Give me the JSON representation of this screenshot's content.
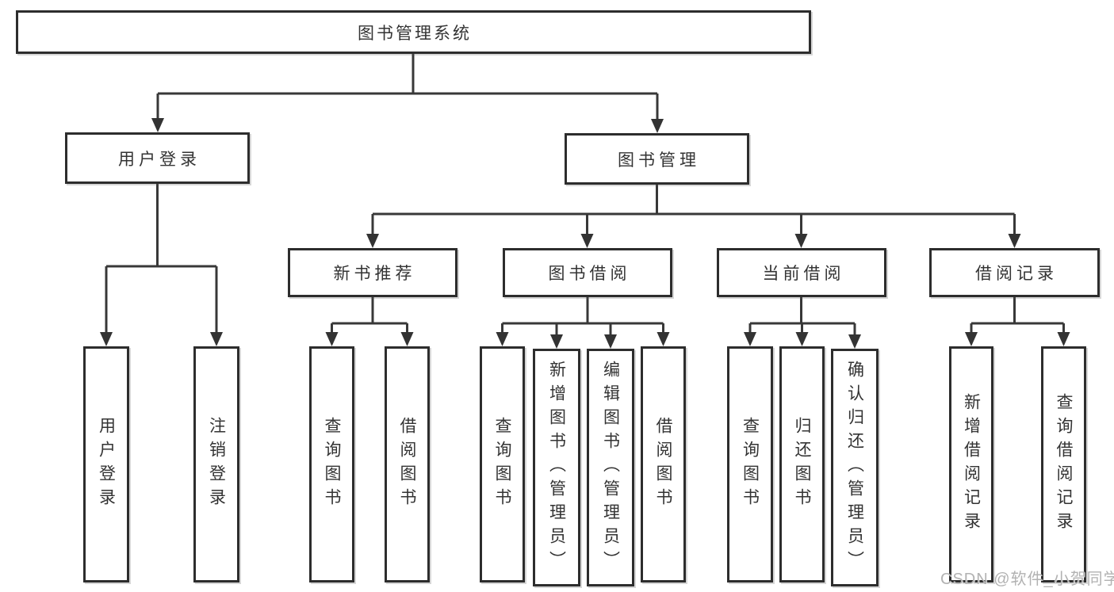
{
  "diagram": {
    "watermark": "CSDN @软件_小贺同学",
    "colors": {
      "line": "#383838",
      "box_border": "#2d2d2d",
      "text": "#333333",
      "watermark": "#b2b2b2",
      "background": "#ffffff"
    },
    "tree": {
      "label": "图书管理系统",
      "children": [
        {
          "label": "用户登录",
          "children": [
            {
              "label": "用户登录"
            },
            {
              "label": "注销登录"
            }
          ]
        },
        {
          "label": "图书管理",
          "children": [
            {
              "label": "新书推荐",
              "children": [
                {
                  "label": "查询图书"
                },
                {
                  "label": "借阅图书"
                }
              ]
            },
            {
              "label": "图书借阅",
              "children": [
                {
                  "label": "查询图书"
                },
                {
                  "label": "新增图书（管理员）"
                },
                {
                  "label": "编辑图书（管理员）"
                },
                {
                  "label": "借阅图书"
                }
              ]
            },
            {
              "label": "当前借阅",
              "children": [
                {
                  "label": "查询图书"
                },
                {
                  "label": "归还图书"
                },
                {
                  "label": "确认归还（管理员）"
                }
              ]
            },
            {
              "label": "借阅记录",
              "children": [
                {
                  "label": "新增借阅记录"
                },
                {
                  "label": "查询借阅记录"
                }
              ]
            }
          ]
        }
      ]
    }
  }
}
